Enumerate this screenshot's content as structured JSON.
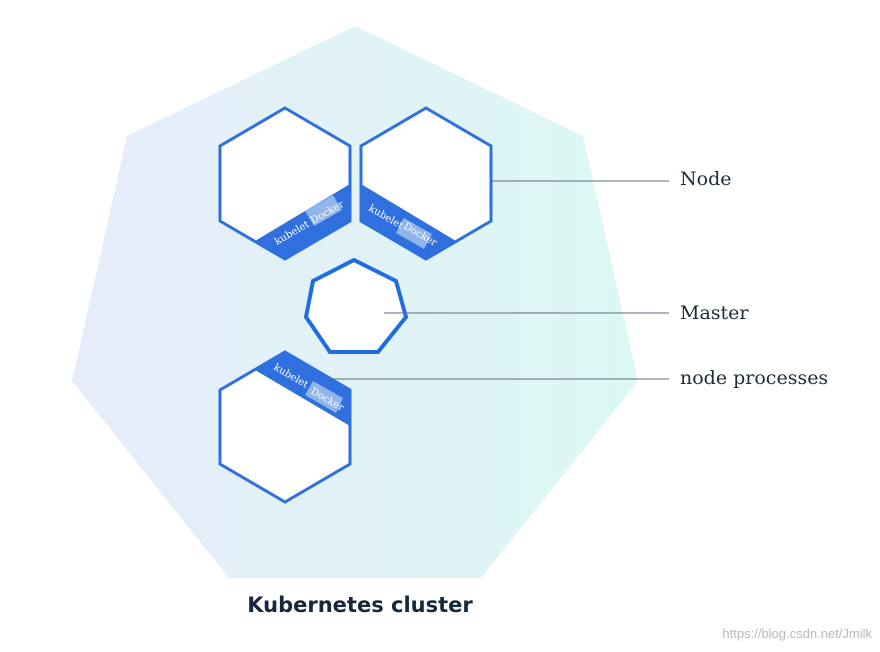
{
  "diagram": {
    "labels": {
      "node": "Node",
      "master": "Master",
      "node_processes": "node processes"
    },
    "cluster_title": "Kubernetes cluster",
    "process_tags": {
      "kubelet": "kubelet",
      "docker": "Docker"
    },
    "watermark": "https://blog.csdn.net/Jmilk",
    "colors": {
      "accent_blue": "#2f6fde",
      "tag_light": "#8fb5ea",
      "cluster_gradient_start": "#e6ecfb",
      "cluster_gradient_end": "#dcf8f3",
      "leader_line": "#5f6b78"
    }
  }
}
